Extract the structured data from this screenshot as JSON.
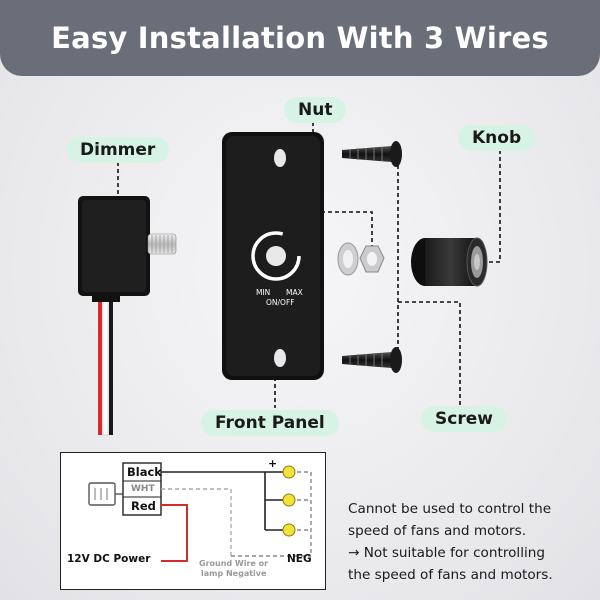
{
  "banner": {
    "title": "Easy Installation With 3 Wires"
  },
  "callouts": {
    "dimmer": "Dimmer",
    "nut": "Nut",
    "knob": "Knob",
    "front_panel": "Front Panel",
    "screw": "Screw"
  },
  "panel": {
    "min": "MIN",
    "max": "MAX",
    "onoff": "ON/OFF"
  },
  "wiring": {
    "black": "Black",
    "wht": "WHT",
    "red": "Red",
    "plus": "+",
    "neg": "NEG",
    "power": "12V DC Power",
    "ground_line1": "Ground Wire or",
    "ground_line2": "lamp Negative"
  },
  "note": {
    "line1": "Cannot be used to control the",
    "line2": "speed of fans and motors.",
    "line3": "→ Not suitable for controlling",
    "line4": "the speed of fans and motors."
  },
  "colors": {
    "banner": "#6a6e78",
    "tag_bg": "#d6f3e6",
    "red_wire": "#d52b2b",
    "lamp": "#f2e23a"
  }
}
